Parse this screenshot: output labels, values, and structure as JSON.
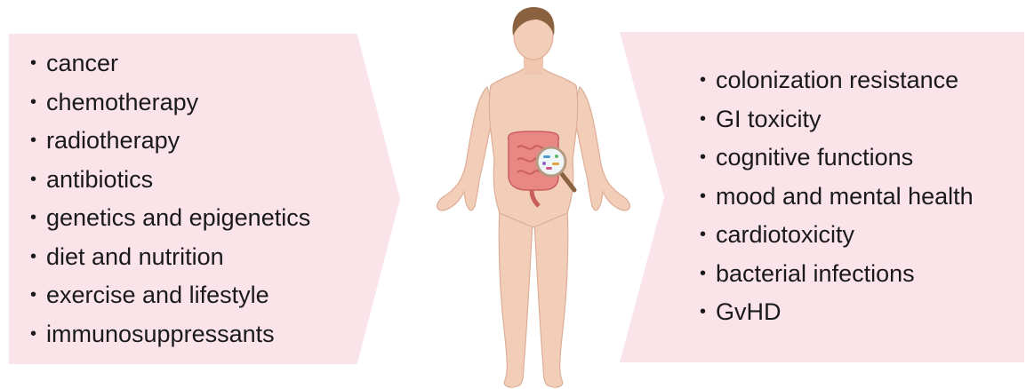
{
  "factors": [
    "cancer",
    "chemotherapy",
    "radiotherapy",
    "antibiotics",
    "genetics and epigenetics",
    "diet and nutrition",
    "exercise and lifestyle",
    "immunosuppressants"
  ],
  "outcomes": [
    "colonization resistance",
    "GI toxicity",
    "cognitive functions",
    "mood and mental health",
    "cardiotoxicity",
    "bacterial infections",
    "GvHD"
  ],
  "bullet_char": "•",
  "colors": {
    "panel_fill": "#fbe3ea",
    "skin": "#f2cdb8",
    "hair": "#8a6240",
    "intestine": "#e98784",
    "text": "#1a1a1a"
  },
  "icons": [
    "human-body-icon",
    "intestine-icon",
    "magnifying-glass-icon",
    "bacteria-icon"
  ]
}
